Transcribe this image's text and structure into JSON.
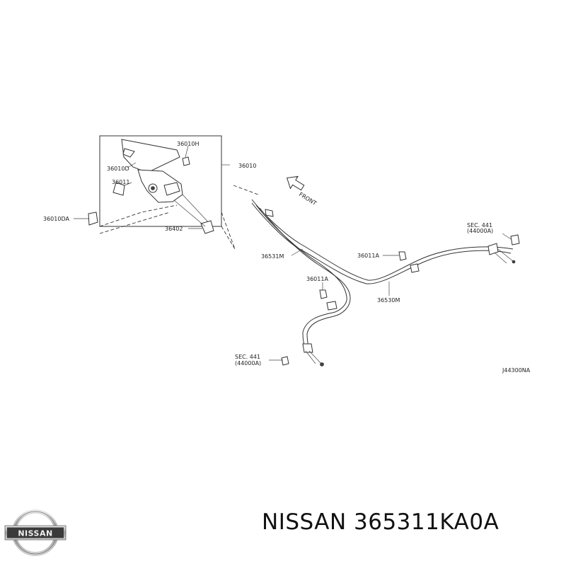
{
  "diagram": {
    "labels": {
      "l36010h": "36010H",
      "l36010": "36010",
      "l36010d": "36010D",
      "l36011": "36011",
      "l36010da": "36010DA",
      "l36402": "36402",
      "front": "FRONT",
      "l36531m": "36531M",
      "l36011a_top": "36011A",
      "l36011a_mid": "36011A",
      "l36530m": "36530M",
      "sec_right_1": "SEC. 441",
      "sec_right_2": "(44000A)",
      "sec_left_1": "SEC. 441",
      "sec_left_2": "(44000A)",
      "ref": "J44300NA"
    }
  },
  "logo": {
    "text": "NISSAN"
  },
  "caption": {
    "text": "NISSAN 365311KA0A"
  }
}
